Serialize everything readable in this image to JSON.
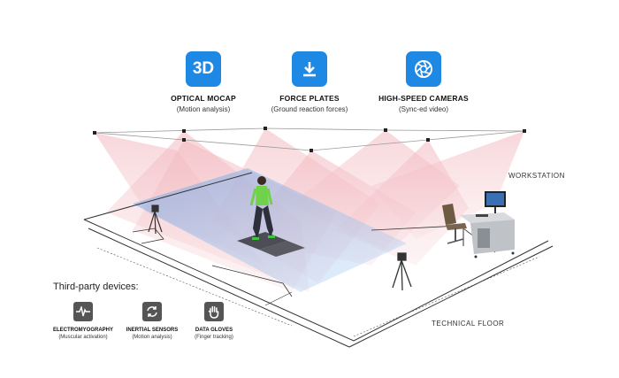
{
  "features": [
    {
      "title": "OPTICAL MOCAP",
      "subtitle": "(Motion analysis)",
      "icon": "3d-badge-icon",
      "icon_text": "3D"
    },
    {
      "title": "FORCE PLATES",
      "subtitle": "(Ground reaction forces)",
      "icon": "download-arrow-icon"
    },
    {
      "title": "HIGH-SPEED CAMERAS",
      "subtitle": "(Sync-ed video)",
      "icon": "camera-shutter-icon"
    }
  ],
  "labels": {
    "workstation": "WORKSTATION",
    "technical_floor": "TECHNICAL FLOOR"
  },
  "third_party": {
    "title": "Third-party devices:",
    "devices": [
      {
        "title": "ELECTROMYOGRAPHY",
        "subtitle": "(Muscular activation)",
        "icon": "pulse-icon"
      },
      {
        "title": "INERTIAL SENSORS",
        "subtitle": "(Motion analysis)",
        "icon": "sync-icon"
      },
      {
        "title": "DATA GLOVES",
        "subtitle": "(Finger tracking)",
        "icon": "hand-icon"
      }
    ]
  },
  "colors": {
    "accent": "#1e88e5",
    "device_icon": "#555555",
    "cone": "#e88a95",
    "floor": "#4a8fd8"
  }
}
